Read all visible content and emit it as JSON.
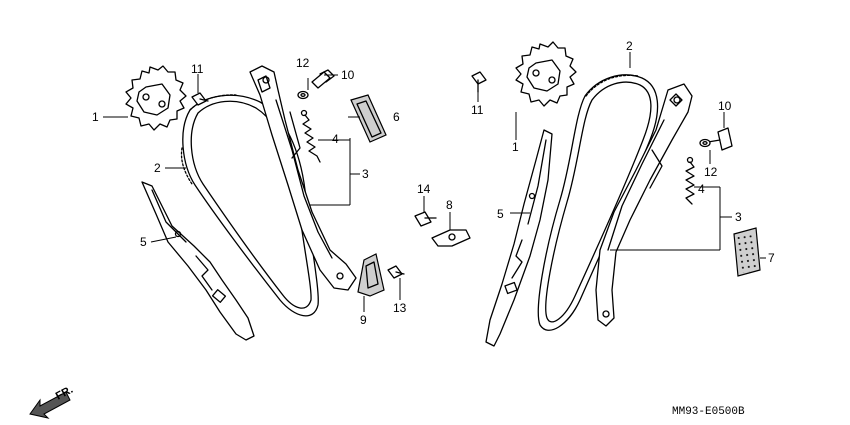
{
  "diagram": {
    "drawing_code": "MM93-E0500B",
    "direction_label": "FR.",
    "callouts_left": [
      "1",
      "2",
      "3",
      "4",
      "5",
      "6",
      "9",
      "10",
      "11",
      "12",
      "13",
      "14",
      "8"
    ],
    "callouts_right": [
      "1",
      "2",
      "3",
      "4",
      "5",
      "7",
      "10",
      "11",
      "12"
    ]
  }
}
